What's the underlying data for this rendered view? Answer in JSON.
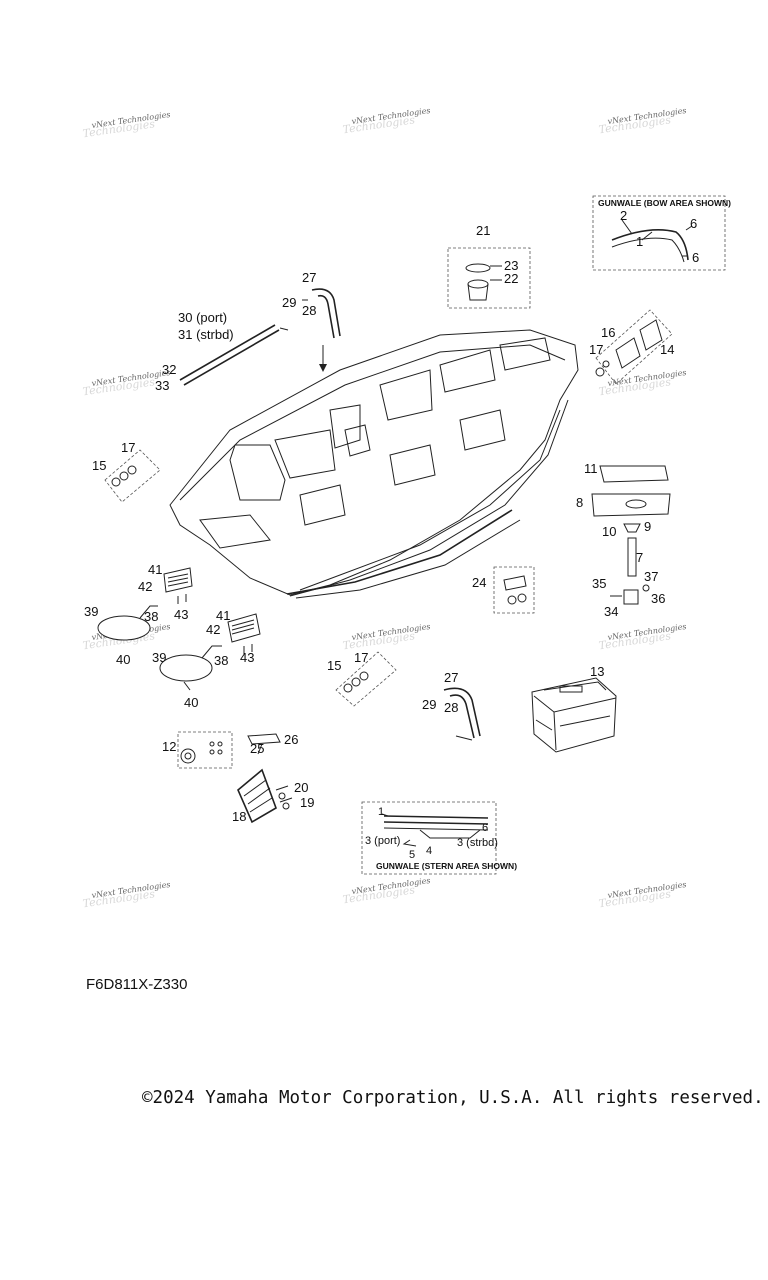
{
  "diagram_code": "F6D811X-Z330",
  "copyright": "©2024 Yamaha Motor Corporation, U.S.A. All rights reserved.",
  "watermark": {
    "line1": "vNext Technologies",
    "line2": "Technologies"
  },
  "inset_bow": {
    "title": "GUNWALE (BOW AREA SHOWN)",
    "labels": [
      "2",
      "1",
      "6",
      "6"
    ]
  },
  "inset_stern": {
    "title": "GUNWALE (STERN AREA SHOWN)",
    "labels": [
      "1",
      "6",
      "3 (port)",
      "3 (strbd)",
      "5",
      "4"
    ]
  },
  "callouts": {
    "c21": "21",
    "c23": "23",
    "c22": "22",
    "c27a": "27",
    "c29a": "29",
    "c28a": "28",
    "c30": "30 (port)",
    "c31": "31 (strbd)",
    "c32": "32",
    "c33": "33",
    "c16": "16",
    "c17a": "17",
    "c14": "14",
    "c17b": "17",
    "c15a": "15",
    "c11": "11",
    "c8": "8",
    "c10": "10",
    "c9": "9",
    "c7": "7",
    "c35": "35",
    "c37": "37",
    "c36": "36",
    "c34": "34",
    "c24": "24",
    "c41a": "41",
    "c42a": "42",
    "c43a": "43",
    "c39a": "39",
    "c38a": "38",
    "c40a": "40",
    "c41b": "41",
    "c42b": "42",
    "c43b": "43",
    "c39b": "39",
    "c38b": "38",
    "c40b": "40",
    "c15b": "15",
    "c17c": "17",
    "c27b": "27",
    "c29b": "29",
    "c28b": "28",
    "c13": "13",
    "c12": "12",
    "c25": "25",
    "c26": "26",
    "c20": "20",
    "c19": "19",
    "c18": "18"
  }
}
